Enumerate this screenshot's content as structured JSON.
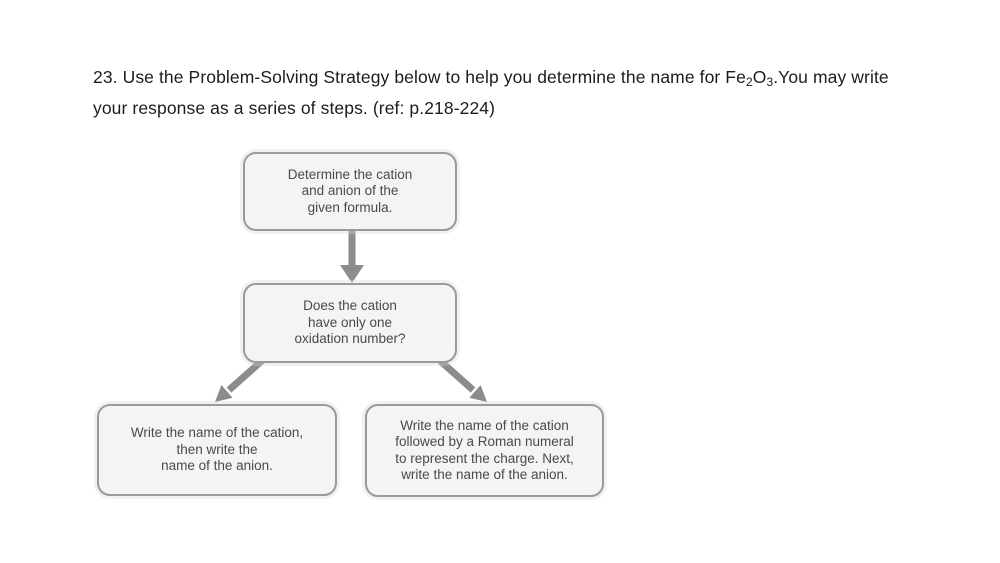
{
  "question": {
    "line1": {
      "pre": "23. Use the Problem-Solving Strategy below to help you determine the name for Fe",
      "sub1": "2",
      "mid": "O",
      "sub2": "3",
      "post": ".You may write"
    },
    "line2": "your response as a series of steps. (ref: p.218-224)"
  },
  "flowchart": {
    "boxes": [
      {
        "id": "determine-ions",
        "lines": [
          "Determine the cation",
          "and anion of the",
          "given formula."
        ]
      },
      {
        "id": "decision-oxidation-number",
        "lines": [
          "Does the cation",
          "have only one",
          "oxidation number?"
        ]
      },
      {
        "id": "yes-branch",
        "lines": [
          "Write the name of the cation,",
          "then write the",
          "name of the anion."
        ]
      },
      {
        "id": "no-branch",
        "lines": [
          "Write the name of the cation",
          "followed by a Roman numeral",
          "to represent the charge. Next,",
          "write the name of the anion."
        ]
      }
    ],
    "colors": {
      "box_fill": "#f4f4f4",
      "box_border": "#9a9a9a",
      "box_text": "#4a4a4a",
      "arrow": "#8c8c8c",
      "question_text": "#1c1c1c",
      "background": "#ffffff"
    }
  }
}
